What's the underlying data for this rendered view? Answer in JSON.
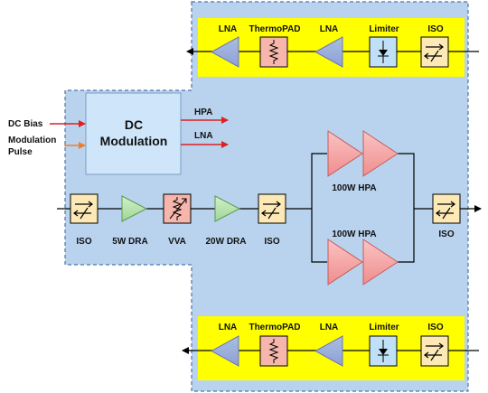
{
  "colors": {
    "panel_fill": "#b9d3ee",
    "panel_border": "#4f76a6",
    "yellow_band": "#ffff00",
    "lna_fill": "#a9a6dc",
    "thermopad_fill": "#f6b6ac",
    "limiter_fill": "#bfe0f6",
    "iso_fill": "#fde9b5",
    "dra_fill": "#b8e6b0",
    "vva_fill": "#f6b6ac",
    "hpa_fill": "#f8a7a7",
    "dc_block_fill": "#cfe6fa",
    "dc_bias_arrow": "#e02020",
    "modulation_arrow": "#f07c30",
    "signal_line": "#000000"
  },
  "top_chain": {
    "labels": [
      "LNA",
      "ThermoPAD",
      "LNA",
      "Limiter",
      "ISO"
    ]
  },
  "bottom_chain": {
    "labels": [
      "LNA",
      "ThermoPAD",
      "LNA",
      "Limiter",
      "ISO"
    ]
  },
  "dc_block": {
    "title_line1": "DC",
    "title_line2": "Modulation",
    "input_dc_bias": "DC Bias",
    "input_modulation_line1": "Modulation",
    "input_modulation_line2": "Pulse",
    "output_hpa": "HPA",
    "output_lna": "LNA"
  },
  "main_chain": {
    "labels": [
      "ISO",
      "5W DRA",
      "VVA",
      "20W DRA",
      "ISO"
    ],
    "hpa_upper": "100W HPA",
    "hpa_lower": "100W HPA",
    "output_iso": "ISO"
  },
  "icons": [
    "lna-triangle-icon",
    "thermopad-resistor-icon",
    "limiter-diode-icon",
    "isolator-icon",
    "amplifier-triangle-icon",
    "vva-attenuator-icon"
  ]
}
